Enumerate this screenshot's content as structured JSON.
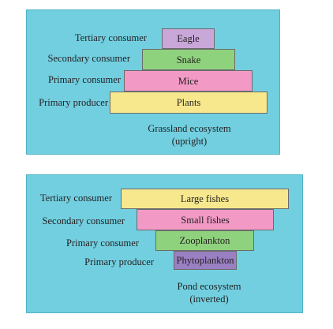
{
  "grassland": {
    "levels": [
      {
        "label": "Tertiary consumer",
        "organism": "Eagle",
        "color": "#c9a7d9"
      },
      {
        "label": "Secondary consumer",
        "organism": "Snake",
        "color": "#8fd27d"
      },
      {
        "label": "Primary consumer",
        "organism": "Mice",
        "color": "#f29ac5"
      },
      {
        "label": "Primary producer",
        "organism": "Plants",
        "color": "#f7e88e"
      }
    ],
    "caption_line1": "Grassland ecosystem",
    "caption_line2": "(upright)"
  },
  "pond": {
    "levels": [
      {
        "label": "Tertiary consumer",
        "organism": "Large fishes",
        "color": "#f7e88e"
      },
      {
        "label": "Secondary consumer",
        "organism": "Small fishes",
        "color": "#f29ac5"
      },
      {
        "label": "Primary consumer",
        "organism": "Zooplankton",
        "color": "#8fd27d"
      },
      {
        "label": "Primary producer",
        "organism": "Phytoplankton",
        "color": "#9a7fc2"
      }
    ],
    "caption_line1": "Pond ecosystem",
    "caption_line2": "(inverted)"
  },
  "panel_color": "#72cfe0"
}
